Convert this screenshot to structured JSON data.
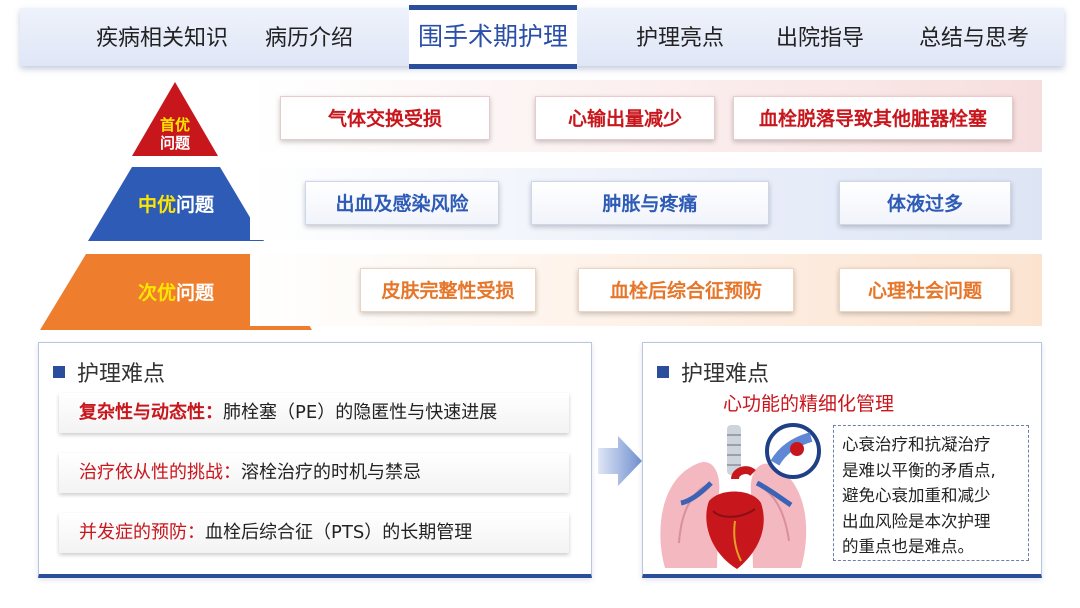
{
  "nav": {
    "items": [
      {
        "label": "疾病相关知识",
        "active": false
      },
      {
        "label": "病历介绍",
        "active": false
      },
      {
        "label": "围手术期护理",
        "active": true
      },
      {
        "label": "护理亮点",
        "active": false
      },
      {
        "label": "出院指导",
        "active": false
      },
      {
        "label": "总结与思考",
        "active": false
      }
    ]
  },
  "pyramid": {
    "top": {
      "line1": "首优",
      "line2": "问题",
      "color": "#c8161d"
    },
    "middle": {
      "hl": "中优",
      "rest": "问题",
      "color": "#2d5bb5"
    },
    "bottom": {
      "hl": "次优",
      "rest": "问题",
      "color": "#ee7d2e"
    }
  },
  "priorities": {
    "first": [
      "气体交换受损",
      "心输出量减少",
      "血栓脱落导致其他脏器栓塞"
    ],
    "second": [
      "出血及感染风险",
      "肿胀与疼痛",
      "体液过多"
    ],
    "third": [
      "皮肤完整性受损",
      "血栓后综合征预防",
      "心理社会问题"
    ]
  },
  "left_panel": {
    "title": "护理难点",
    "rows": [
      {
        "key": "复杂性与动态性：",
        "value": "肺栓塞（PE）的隐匿性与快速进展"
      },
      {
        "key": "治疗依从性的挑战：",
        "value": "溶栓治疗的时机与禁忌"
      },
      {
        "key": "并发症的预防：",
        "value": "血栓后综合征（PTS）的长期管理"
      }
    ]
  },
  "right_panel": {
    "title": "护理难点",
    "subtitle": "心功能的精细化管理",
    "callout_lines": [
      "心衰治疗和抗凝治疗",
      "是难以平衡的矛盾点,",
      "避免心衰加重和减少",
      "出血风险是本次护理",
      "的重点也是难点。"
    ],
    "image_icon": "heart-lung-illustration"
  },
  "colors": {
    "accent": "#2b4e9c",
    "red": "#c8161d",
    "blue": "#2d5bb5",
    "orange": "#ee7d2e"
  }
}
